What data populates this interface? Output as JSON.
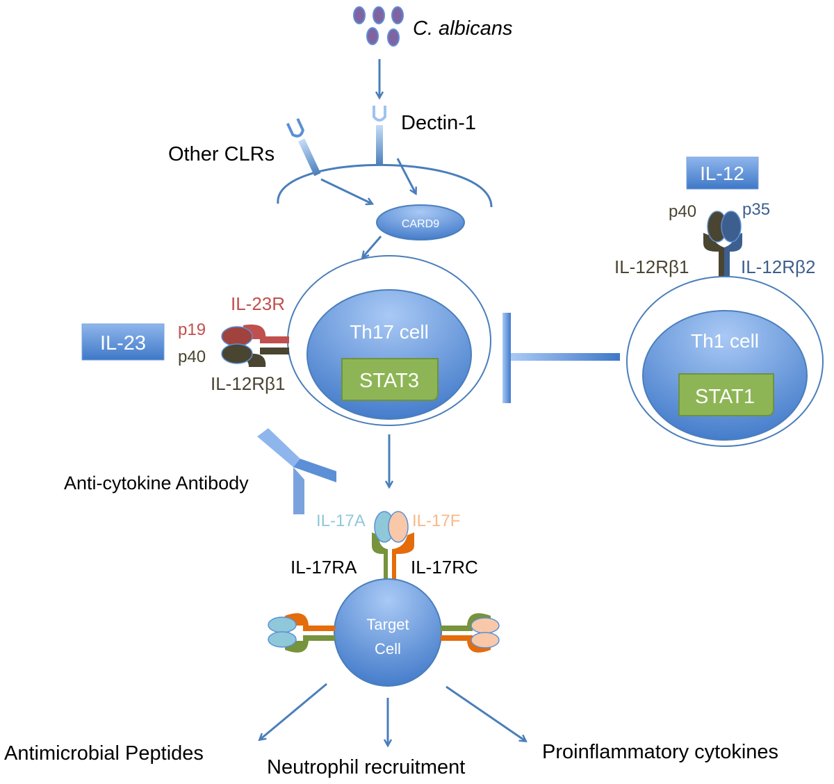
{
  "organism": {
    "label": "C. albicans"
  },
  "receptors": {
    "dectin": "Dectin-1",
    "other_clrs": "Other CLRs",
    "card9": "CARD9"
  },
  "il23": {
    "box": "IL-23",
    "receptor": "IL-23R",
    "p19": "p19",
    "p40": "p40",
    "receptor_b1": "IL-12Rβ1"
  },
  "th17": {
    "label": "Th17 cell",
    "stat": "STAT3"
  },
  "il12": {
    "box": "IL-12",
    "p40": "p40",
    "p35": "p35",
    "receptor_b1": "IL-12Rβ1",
    "receptor_b2": "IL-12Rβ2"
  },
  "th1": {
    "label": "Th1 cell",
    "stat": "STAT1"
  },
  "antibody": {
    "label": "Anti-cytokine Antibody"
  },
  "il17": {
    "a": "IL-17A",
    "f": "IL-17F",
    "ra": "IL-17RA",
    "rc": "IL-17RC"
  },
  "target": {
    "line1": "Target",
    "line2": "Cell"
  },
  "outputs": {
    "left": "Antimicrobial Peptides",
    "center": "Neutrophil recruitment",
    "right": "Proinflammatory cytokines"
  },
  "colors": {
    "cell_blue": "#5b8fd6",
    "arrow_blue": "#4a7ebb",
    "stat_green": "#8db555",
    "p19_red": "#c0504d",
    "receptor_dark": "#4a4530",
    "il12_blue": "#3d5f8f",
    "il17a_cyan": "#8fc8d8",
    "il17f_peach": "#f8c8a8",
    "ra_green": "#77933c",
    "rc_orange": "#e46c0a",
    "yeast_purple": "#8064a2"
  }
}
